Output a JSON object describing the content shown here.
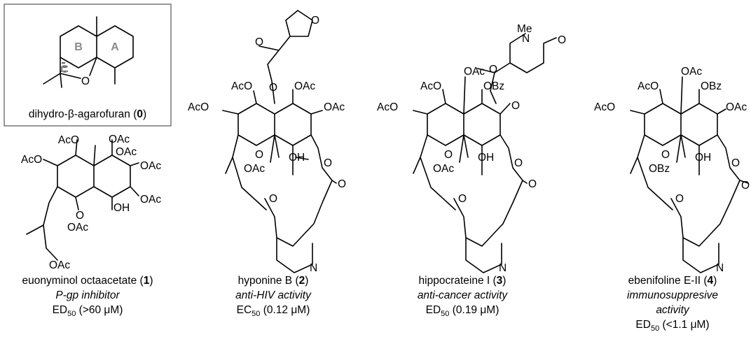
{
  "inset": {
    "ring_labels": [
      "A",
      "B",
      "C"
    ],
    "atom_O": "O",
    "name_prefix": "dihydro-β-agarofuran (",
    "name_number": "0",
    "name_suffix": ")"
  },
  "compounds": [
    {
      "name_prefix": "euonyminol octaacetate (",
      "number": "1",
      "name_suffix": ")",
      "activity": "P-gp inhibitor",
      "metric": "ED",
      "metric_sub": "50",
      "value": " (>60 μM)",
      "labels": [
        "OAc",
        "AcO",
        "OAc",
        "AcO",
        "OAc",
        "OAc",
        "OH",
        "O",
        "OAc",
        "OAc"
      ]
    },
    {
      "name_prefix": "hyponine B (",
      "number": "2",
      "name_suffix": ")",
      "activity": "anti-HIV activity",
      "metric": "EC",
      "metric_sub": "50",
      "value": " (0.12 μM)",
      "labels": [
        "O",
        "O",
        "O",
        "AcO",
        "OAc",
        "AcO",
        "OAc",
        "O",
        "OH",
        "OAc",
        "O",
        "O",
        "O",
        "N"
      ]
    },
    {
      "name_prefix": "hippocrateine I (",
      "number": "3",
      "name_suffix": ")",
      "activity": "anti-cancer activity",
      "metric": "ED",
      "metric_sub": "50",
      "value": " (0.19 μM)",
      "labels": [
        "Me",
        "N",
        "O",
        "OAc",
        "O",
        "AcO",
        "OBz",
        "AcO",
        "O",
        "O",
        "OH",
        "OAc",
        "O",
        "O",
        "O",
        "N"
      ]
    },
    {
      "name_prefix": "ebenifoline E-II (",
      "number": "4",
      "name_suffix": ")",
      "activity_line1": "immunosuppresive",
      "activity_line2": "activity",
      "metric": "ED",
      "metric_sub": "50",
      "value": " (<1.1 μM)",
      "labels": [
        "OAc",
        "AcO",
        "OBz",
        "AcO",
        "OAc",
        "O",
        "OH",
        "OBz",
        "O",
        "O",
        "O",
        "N"
      ]
    }
  ]
}
